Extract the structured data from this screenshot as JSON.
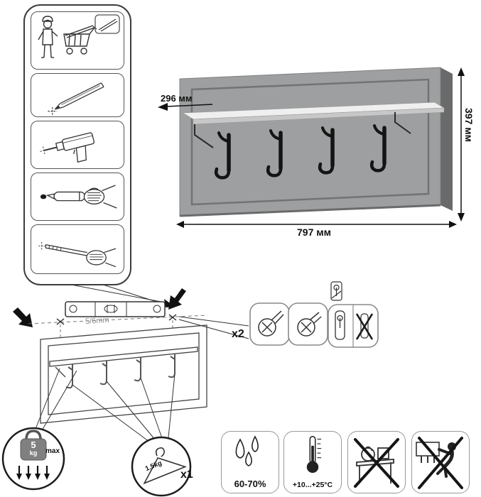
{
  "dimensions": {
    "depth": "296 мм",
    "height": "397 мм",
    "width": "797 мм"
  },
  "assembly": {
    "drill_size_label": "5/6mm",
    "wall_fasteners_qty": "x2"
  },
  "load_limits": {
    "shelf_max": {
      "value": "5",
      "unit": "kg",
      "note": "max"
    },
    "hook_max": {
      "value": "1.5kg",
      "qty": "x1"
    }
  },
  "environment": {
    "humidity": "60-70%",
    "temperature": "+10...+25°C"
  },
  "colors": {
    "panel_face": "#9d9fa0",
    "panel_side": "#6a6a6a",
    "hooks": "#141414",
    "outline": "#333333"
  },
  "icons": {
    "steps": [
      "person-with-cart-icon",
      "pencil-marking-icon",
      "drill-icon",
      "glue-dowel-icon",
      "insert-fastener-icon"
    ],
    "fasteners": [
      "screw-head-icon",
      "screw-head-icon",
      "keyhole-bracket-icon",
      "wrong-bracket-crossed-icon"
    ],
    "limit_badges": [
      "weight-icon",
      "hanger-icon"
    ],
    "care": [
      "humidity-drops-icon",
      "thermometer-icon",
      "no-heavy-objects-icon",
      "no-leaning-icon"
    ]
  }
}
